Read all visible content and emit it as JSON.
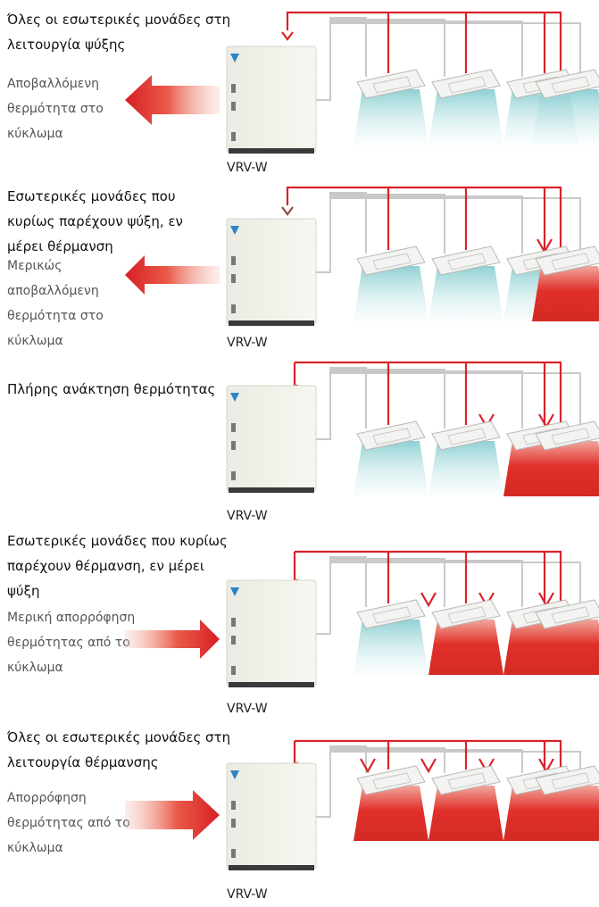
{
  "unit_label": "VRV-W",
  "colors": {
    "cool": "#9fd6d8",
    "heat": "#e0302a",
    "pipe": "#c9c9c9",
    "refrigerant_arrow": "#d9232a",
    "partial_arrow": "#8a5040"
  },
  "scenarios": [
    {
      "title": "Όλες οι εσωτερικές μονάδες στη λειτουργία ψύξης",
      "description": "Αποβαλλόμενη θερμότητα στο κύκλωμα",
      "heat_flow": "out-full",
      "indoor_units": [
        "cool",
        "cool",
        "cool",
        "cool"
      ]
    },
    {
      "title": "Εσωτερικές μονάδες που κυρίως παρέχουν ψύξη, εν μέρει θέρμανση",
      "description": "Μερικώς αποβαλλόμενη θερμότητα στο κύκλωμα",
      "heat_flow": "out-partial",
      "indoor_units": [
        "cool",
        "cool",
        "cool",
        "heat"
      ]
    },
    {
      "title": "Πλήρης ανάκτηση θερμότητας",
      "description": "",
      "heat_flow": "none",
      "indoor_units": [
        "cool",
        "cool",
        "heat",
        "heat"
      ]
    },
    {
      "title": "Εσωτερικές μονάδες που κυρίως παρέχουν θέρμανση, εν μέρει ψύξη",
      "description": "Μερική απορρόφηση θερμότητας από το κύκλωμα",
      "heat_flow": "in-partial",
      "indoor_units": [
        "cool",
        "heat",
        "heat",
        "heat"
      ]
    },
    {
      "title": "Όλες οι εσωτερικές μονάδες στη λειτουργία θέρμανσης",
      "description": "Απορρόφηση θερμότητας από το κύκλωμα",
      "heat_flow": "in-full",
      "indoor_units": [
        "heat",
        "heat",
        "heat",
        "heat"
      ]
    }
  ]
}
